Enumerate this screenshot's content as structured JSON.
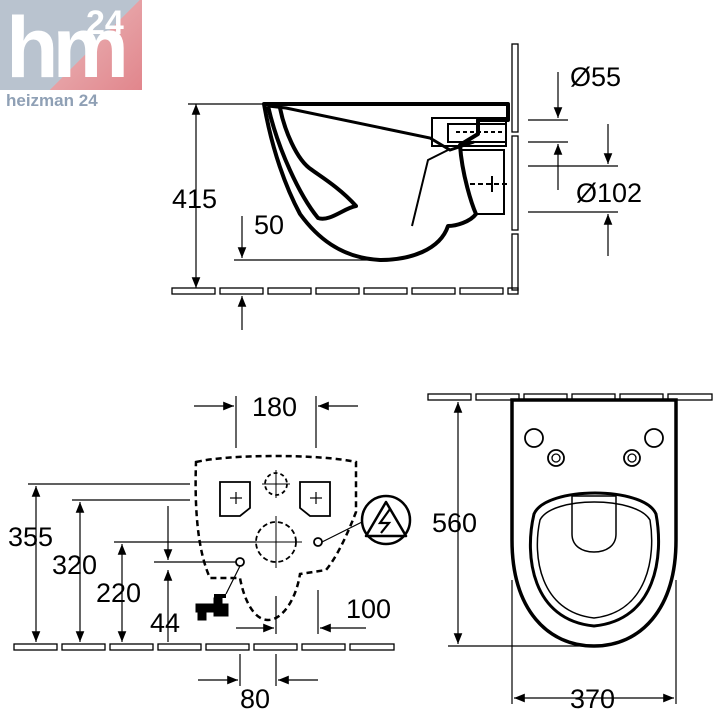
{
  "logo": {
    "mark": "hm",
    "number": "24",
    "caption": "heizman 24",
    "colors": {
      "steel": "#b9c3cf",
      "rose": "#e07f86",
      "caption": "#8fa0b5"
    }
  },
  "side_view": {
    "height_label": "415",
    "offset_label": "50",
    "inlet_diameter_label": "Ø55",
    "outlet_diameter_label": "Ø102"
  },
  "rear_view": {
    "bracket_spacing_label": "180",
    "height_355_label": "355",
    "height_320_label": "320",
    "height_220_label": "220",
    "height_44_label": "44",
    "electric_offset_label": "100",
    "water_offset_label": "80",
    "icons": [
      "water-tap-icon",
      "electric-warning-icon"
    ]
  },
  "top_view": {
    "length_label": "560",
    "width_label": "370"
  }
}
